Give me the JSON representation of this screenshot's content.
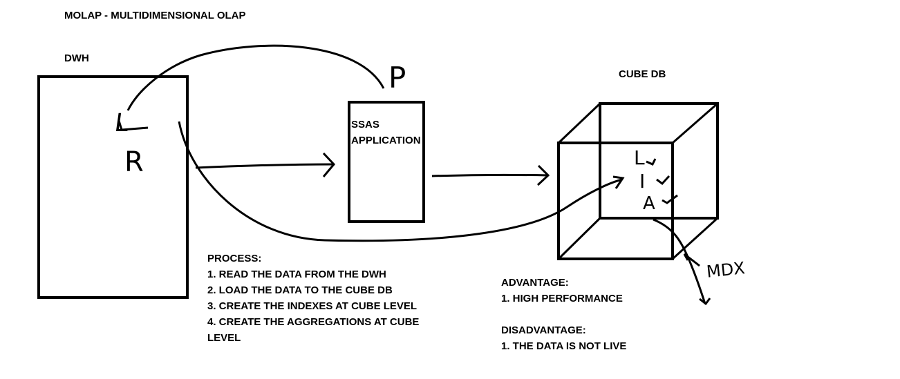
{
  "title": "MOLAP - MULTIDIMENSIONAL OLAP",
  "dwh": {
    "label": "DWH",
    "handwritten": [
      "L",
      "R"
    ]
  },
  "ssas": {
    "label_lines": [
      "SSAS",
      "APPLICATION"
    ],
    "handwritten": "P"
  },
  "cube": {
    "label": "CUBE DB",
    "handwritten": [
      "L",
      "I",
      "A"
    ],
    "query_label": "MDX"
  },
  "process": {
    "heading": "PROCESS:",
    "steps": [
      "1. READ THE DATA FROM THE DWH",
      "2. LOAD THE DATA TO THE CUBE DB",
      "3. CREATE THE INDEXES AT CUBE LEVEL",
      "4. CREATE THE AGGREGATIONS AT CUBE",
      "LEVEL"
    ]
  },
  "advantage": {
    "heading": "ADVANTAGE:",
    "items": [
      "1. HIGH PERFORMANCE"
    ]
  },
  "disadvantage": {
    "heading": "DISADVANTAGE:",
    "items": [
      "1. THE DATA IS NOT LIVE"
    ]
  }
}
